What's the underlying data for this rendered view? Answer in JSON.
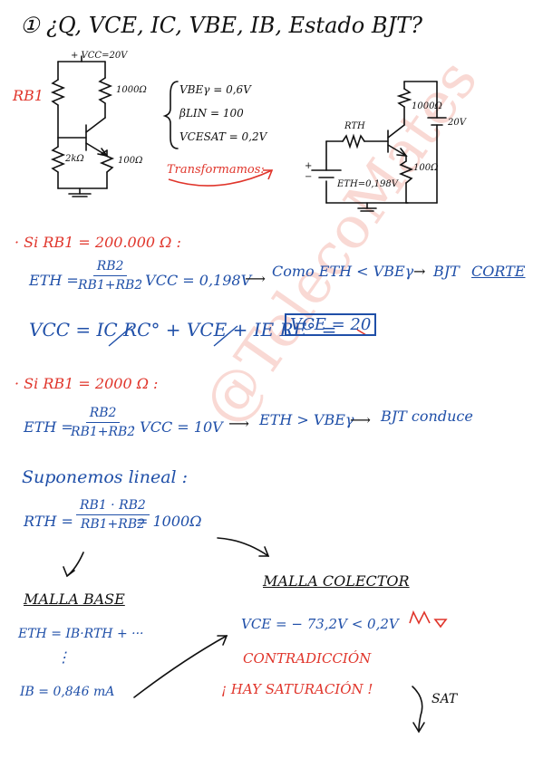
{
  "title": "① ¿Q, VCE, IC, VBE, IB, Estado BJT?",
  "circuit1": {
    "vcc": "+ VCC=20V",
    "rb1": "RB1",
    "r1000": "1000Ω",
    "r2k": "2kΩ",
    "r100": "100Ω"
  },
  "params": [
    "VBEγ = 0,6V",
    "βLIN = 100",
    "VCESAT = 0,2V"
  ],
  "transform_label": "Transformamos:",
  "circuit2": {
    "rth": "RTH",
    "r1000": "1000Ω",
    "v20": "20V",
    "r100": "100Ω",
    "eth": "ETH=0,198V",
    "plus": "+",
    "minus": "−"
  },
  "case1": {
    "heading": "· Si RB1 = 200.000 Ω :",
    "eth_lhs": "ETH =",
    "frac_num": "RB2",
    "frac_den": "RB1+RB2",
    "eth_rhs": "· VCC = 0,198V",
    "arrow1": "⟶",
    "compare": "Como ETH < VBEγ",
    "arrow2": "→",
    "result_pre": "BJT",
    "result": "CORTE",
    "kvl": "VCC = IC RC° + VCE + IE RE° =",
    "kvl_box": "VCE = 20"
  },
  "case2": {
    "heading": "· Si RB1 = 2000 Ω :",
    "eth_lhs": "ETH =",
    "frac_num": "RB2",
    "frac_den": "RB1+RB2",
    "eth_rhs": "· VCC = 10V",
    "arrow1": "⟶",
    "compare": "ETH > VBEγ",
    "arrow2": "⟶",
    "result": "BJT conduce"
  },
  "suponemos": "Suponemos lineal :",
  "rth_lhs": "RTH =",
  "rth_num": "RB1 · RB2",
  "rth_den": "RB1+RB2",
  "rth_rhs": "= 1000Ω",
  "malla_base": {
    "title": "MALLA BASE",
    "eq": "ETH = IB·RTH + ···",
    "dots": "⋮",
    "ib": "IB = 0,846 mA"
  },
  "malla_colector": {
    "title": "MALLA COLECTOR",
    "vce": "VCE = − 73,2V < 0,2V",
    "contradiccion": "CONTRADICCIÓN",
    "saturacion": "¡ HAY SATURACIÓN !",
    "sat": "SAT"
  },
  "watermark": "@TelecoMates"
}
